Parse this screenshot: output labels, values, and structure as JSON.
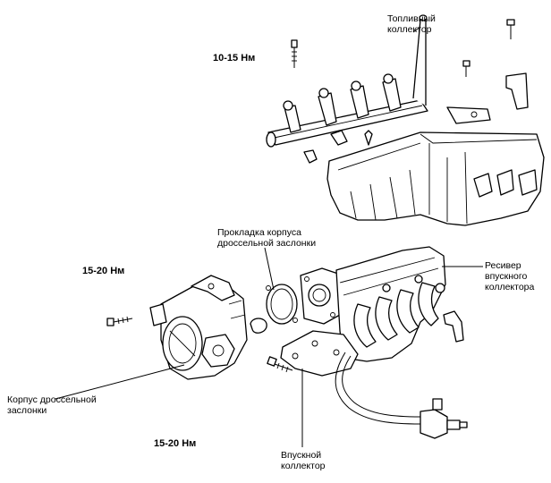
{
  "labels": {
    "fuel_rail": [
      "Топливный",
      "коллектор"
    ],
    "throttle_gasket": [
      "Прокладка корпуса",
      "дроссельной заслонки"
    ],
    "plenum": [
      "Ресивер",
      "впускного",
      "коллектора"
    ],
    "throttle_body": [
      "Корпус дроссельной",
      "заслонки"
    ],
    "intake_manifold": [
      "Впускной",
      "коллектор"
    ]
  },
  "torques": {
    "fuel_rail_bolt": "10-15 Нм",
    "throttle_body_bolt": "15-20 Нм",
    "manifold_bolt": "15-20 Нм"
  }
}
